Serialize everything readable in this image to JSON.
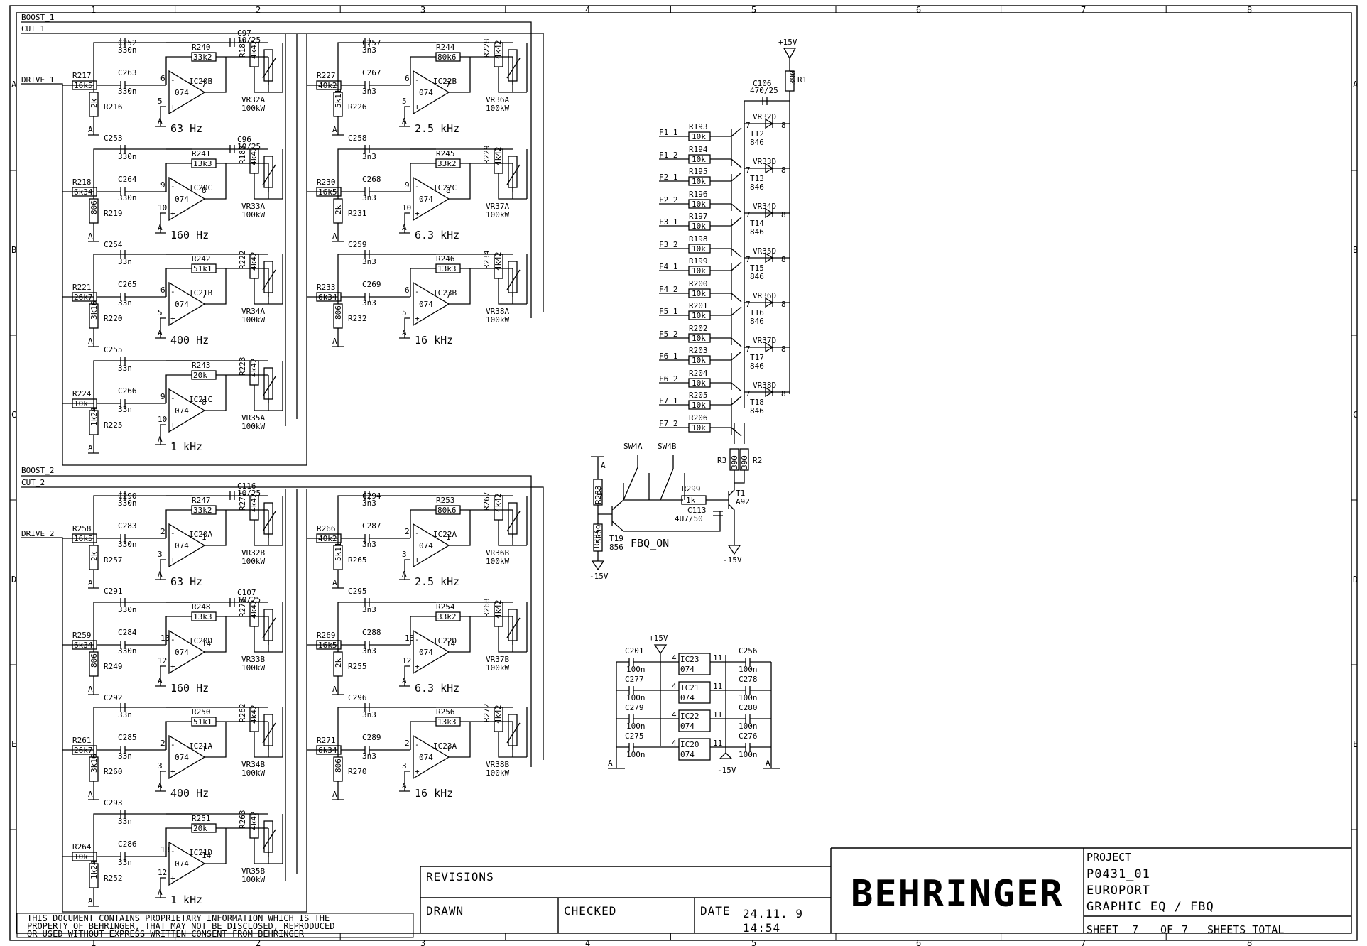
{
  "grid": {
    "columns": [
      "1",
      "2",
      "3",
      "4",
      "5",
      "6",
      "7",
      "8"
    ],
    "rows": [
      "A",
      "B",
      "C",
      "D",
      "E"
    ]
  },
  "rails": {
    "boost_1": "BOOST_1",
    "cut_1": "CUT_1",
    "drive_1": "DRIVE_1",
    "boost_2": "BOOST_2",
    "cut_2": "CUT_2",
    "drive_2": "DRIVE_2"
  },
  "bands": [
    {
      "id": "F1_1",
      "in_r": "R217",
      "in_rv": "16k5",
      "c_top": "C252",
      "c_top_v": "330n",
      "c_mid": "C263",
      "c_mid_v": "330n",
      "rf": "R240",
      "rf_v": "33k2",
      "gr": "R216",
      "gr_v": "2k",
      "ic": "IC20B",
      "p_minus": "6",
      "p_plus": "5",
      "p_out": "7",
      "opamp": "074",
      "freq": "63 Hz",
      "ref": "C253",
      "pr": "R184",
      "pr_v": "4k42",
      "vr": "VR32A",
      "vr_v": "100kW",
      "cap": "C97",
      "cap_v": "10/25"
    },
    {
      "id": "F2_1",
      "in_r": "R218",
      "in_rv": "6k34",
      "c_top": "",
      "c_top_v": "330n",
      "c_mid": "C264",
      "c_mid_v": "330n",
      "rf": "R241",
      "rf_v": "13k3",
      "gr": "R219",
      "gr_v": "806",
      "ic": "IC20C",
      "p_minus": "9",
      "p_plus": "10",
      "p_out": "8",
      "opamp": "074",
      "freq": "160 Hz",
      "ref": "C254",
      "pr": "R183",
      "pr_v": "4k42",
      "vr": "VR33A",
      "vr_v": "100kW",
      "cap": "C96",
      "cap_v": "10/25"
    },
    {
      "id": "F3_1",
      "in_r": "R221",
      "in_rv": "26k7",
      "c_top": "",
      "c_top_v": "33n",
      "c_mid": "C265",
      "c_mid_v": "33n",
      "rf": "R242",
      "rf_v": "51k1",
      "gr": "R220",
      "gr_v": "3k16",
      "ic": "IC21B",
      "p_minus": "6",
      "p_plus": "5",
      "p_out": "7",
      "opamp": "074",
      "freq": "400 Hz",
      "ref": "C255",
      "pr": "R222",
      "pr_v": "4k42",
      "vr": "VR34A",
      "vr_v": "100kW",
      "cap": "",
      "cap_v": ""
    },
    {
      "id": "F4_1",
      "in_r": "R224",
      "in_rv": "10k",
      "c_top": "",
      "c_top_v": "33n",
      "c_mid": "C266",
      "c_mid_v": "33n",
      "rf": "R243",
      "rf_v": "20k",
      "gr": "R225",
      "gr_v": "1k24",
      "ic": "IC21C",
      "p_minus": "9",
      "p_plus": "10",
      "p_out": "8",
      "opamp": "074",
      "freq": "1 kHz",
      "ref": "",
      "pr": "R223",
      "pr_v": "4k42",
      "vr": "VR35A",
      "vr_v": "100kW",
      "cap": "",
      "cap_v": ""
    },
    {
      "id": "F5_1",
      "in_r": "R227",
      "in_rv": "40k2",
      "c_top": "C257",
      "c_top_v": "3n3",
      "c_mid": "C267",
      "c_mid_v": "3n3",
      "rf": "R244",
      "rf_v": "80k6",
      "gr": "R226",
      "gr_v": "5k11",
      "ic": "IC22B",
      "p_minus": "6",
      "p_plus": "5",
      "p_out": "7",
      "opamp": "074",
      "freq": "2.5 kHz",
      "ref": "C258",
      "pr": "R228",
      "pr_v": "4k42",
      "vr": "VR36A",
      "vr_v": "100kW",
      "cap": "",
      "cap_v": ""
    },
    {
      "id": "F6_1",
      "in_r": "R230",
      "in_rv": "16k5",
      "c_top": "",
      "c_top_v": "3n3",
      "c_mid": "C268",
      "c_mid_v": "3n3",
      "rf": "R245",
      "rf_v": "33k2",
      "gr": "R231",
      "gr_v": "2k",
      "ic": "IC22C",
      "p_minus": "9",
      "p_plus": "10",
      "p_out": "8",
      "opamp": "074",
      "freq": "6.3 kHz",
      "ref": "C259",
      "pr": "R229",
      "pr_v": "4k42",
      "vr": "VR37A",
      "vr_v": "100kW",
      "cap": "",
      "cap_v": ""
    },
    {
      "id": "F7_1",
      "in_r": "R233",
      "in_rv": "6k34",
      "c_top": "",
      "c_top_v": "3n3",
      "c_mid": "C269",
      "c_mid_v": "3n3",
      "rf": "R246",
      "rf_v": "13k3",
      "gr": "R232",
      "gr_v": "806",
      "ic": "IC23B",
      "p_minus": "6",
      "p_plus": "5",
      "p_out": "7",
      "opamp": "074",
      "freq": "16 kHz",
      "ref": "",
      "pr": "R234",
      "pr_v": "4k42",
      "vr": "VR38A",
      "vr_v": "100kW",
      "cap": "",
      "cap_v": ""
    },
    {
      "id": "F1_2",
      "in_r": "R258",
      "in_rv": "16k5",
      "c_top": "C290",
      "c_top_v": "330n",
      "c_mid": "C283",
      "c_mid_v": "330n",
      "rf": "R247",
      "rf_v": "33k2",
      "gr": "R257",
      "gr_v": "2k",
      "ic": "IC20A",
      "p_minus": "2",
      "p_plus": "3",
      "p_out": "1",
      "opamp": "074",
      "freq": "63 Hz",
      "ref": "C291",
      "pr": "R277",
      "pr_v": "4k42",
      "vr": "VR32B",
      "vr_v": "100kW",
      "cap": "C116",
      "cap_v": "10/25"
    },
    {
      "id": "F2_2",
      "in_r": "R259",
      "in_rv": "6k34",
      "c_top": "",
      "c_top_v": "330n",
      "c_mid": "C284",
      "c_mid_v": "330n",
      "rf": "R248",
      "rf_v": "13k3",
      "gr": "R249",
      "gr_v": "806",
      "ic": "IC20D",
      "p_minus": "13",
      "p_plus": "12",
      "p_out": "14",
      "opamp": "074",
      "freq": "160 Hz",
      "ref": "C292",
      "pr": "R278",
      "pr_v": "4k42",
      "vr": "VR33B",
      "vr_v": "100kW",
      "cap": "C107",
      "cap_v": "10/25"
    },
    {
      "id": "F3_2",
      "in_r": "R261",
      "in_rv": "26k7",
      "c_top": "",
      "c_top_v": "33n",
      "c_mid": "C285",
      "c_mid_v": "33n",
      "rf": "R250",
      "rf_v": "51k1",
      "gr": "R260",
      "gr_v": "3k16",
      "ic": "IC21A",
      "p_minus": "2",
      "p_plus": "3",
      "p_out": "1",
      "opamp": "074",
      "freq": "400 Hz",
      "ref": "C293",
      "pr": "R262",
      "pr_v": "4k42",
      "vr": "VR34B",
      "vr_v": "100kW",
      "cap": "",
      "cap_v": ""
    },
    {
      "id": "F4_2",
      "in_r": "R264",
      "in_rv": "10k",
      "c_top": "",
      "c_top_v": "33n",
      "c_mid": "C286",
      "c_mid_v": "33n",
      "rf": "R251",
      "rf_v": "20k",
      "gr": "R252",
      "gr_v": "1k24",
      "ic": "IC21D",
      "p_minus": "13",
      "p_plus": "12",
      "p_out": "14",
      "opamp": "074",
      "freq": "1 kHz",
      "ref": "",
      "pr": "R263",
      "pr_v": "4k42",
      "vr": "VR35B",
      "vr_v": "100kW",
      "cap": "",
      "cap_v": ""
    },
    {
      "id": "F5_2",
      "in_r": "R266",
      "in_rv": "40k2",
      "c_top": "C294",
      "c_top_v": "3n3",
      "c_mid": "C287",
      "c_mid_v": "3n3",
      "rf": "R253",
      "rf_v": "80k6",
      "gr": "R265",
      "gr_v": "5k11",
      "ic": "IC22A",
      "p_minus": "2",
      "p_plus": "3",
      "p_out": "1",
      "opamp": "074",
      "freq": "2.5 kHz",
      "ref": "C295",
      "pr": "R267",
      "pr_v": "4k42",
      "vr": "VR36B",
      "vr_v": "100kW",
      "cap": "",
      "cap_v": ""
    },
    {
      "id": "F6_2",
      "in_r": "R269",
      "in_rv": "16k5",
      "c_top": "",
      "c_top_v": "3n3",
      "c_mid": "C288",
      "c_mid_v": "3n3",
      "rf": "R254",
      "rf_v": "33k2",
      "gr": "R255",
      "gr_v": "2k",
      "ic": "IC22D",
      "p_minus": "13",
      "p_plus": "12",
      "p_out": "14",
      "opamp": "074",
      "freq": "6.3 kHz",
      "ref": "C296",
      "pr": "R268",
      "pr_v": "4k42",
      "vr": "VR37B",
      "vr_v": "100kW",
      "cap": "",
      "cap_v": ""
    },
    {
      "id": "F7_2",
      "in_r": "R271",
      "in_rv": "6k34",
      "c_top": "",
      "c_top_v": "3n3",
      "c_mid": "C289",
      "c_mid_v": "3n3",
      "rf": "R256",
      "rf_v": "13k3",
      "gr": "R270",
      "gr_v": "806",
      "ic": "IC23A",
      "p_minus": "2",
      "p_plus": "3",
      "p_out": "1",
      "opamp": "074",
      "freq": "16 kHz",
      "ref": "",
      "pr": "R272",
      "pr_v": "4k42",
      "vr": "VR38B",
      "vr_v": "100kW",
      "cap": "",
      "cap_v": ""
    }
  ],
  "led_driver": {
    "supply_pos": "+15V",
    "r1": "R1",
    "r1_v": "390",
    "cap": "C106",
    "cap_v": "470/25",
    "rows": [
      {
        "in_a": "F1_1",
        "r_a": "R193",
        "in_b": "F1_2",
        "r_b": "R194",
        "rv": "10k",
        "t": "T12",
        "tv": "846",
        "vr": "VR32D"
      },
      {
        "in_a": "F2_1",
        "r_a": "R195",
        "in_b": "F2_2",
        "r_b": "R196",
        "rv": "10k",
        "t": "T13",
        "tv": "846",
        "vr": "VR33D"
      },
      {
        "in_a": "F3_1",
        "r_a": "R197",
        "in_b": "F3_2",
        "r_b": "R198",
        "rv": "10k",
        "t": "T14",
        "tv": "846",
        "vr": "VR34D"
      },
      {
        "in_a": "F4_1",
        "r_a": "R199",
        "in_b": "F4_2",
        "r_b": "R200",
        "rv": "10k",
        "t": "T15",
        "tv": "846",
        "vr": "VR35D"
      },
      {
        "in_a": "F5_1",
        "r_a": "R201",
        "in_b": "F5_2",
        "r_b": "R202",
        "rv": "10k",
        "t": "T16",
        "tv": "846",
        "vr": "VR36D"
      },
      {
        "in_a": "F6_1",
        "r_a": "R203",
        "in_b": "F6_2",
        "r_b": "R204",
        "rv": "10k",
        "t": "T17",
        "tv": "846",
        "vr": "VR37D"
      },
      {
        "in_a": "F7_1",
        "r_a": "R205",
        "in_b": "F7_2",
        "r_b": "R206",
        "rv": "10k",
        "t": "T18",
        "tv": "846",
        "vr": "VR38D"
      }
    ],
    "pin7": "7",
    "pin8": "8",
    "r3": "R3",
    "r3_v": "390",
    "r2": "R2",
    "r2_v": "390"
  },
  "fbq": {
    "sw_a": "SW4A",
    "sw_b": "SW4B",
    "r283": "R283",
    "r283_v": "1k",
    "r284": "R284",
    "r284_v": "5k09",
    "t19": "T19",
    "t19_v": "856",
    "label": "FBQ_ON",
    "r299": "R299",
    "r299_v": "1k",
    "c113": "C113",
    "c113_v": "4U7/50",
    "t1": "T1",
    "t1_v": "A92",
    "neg": "-15V",
    "gnd": "A"
  },
  "power": {
    "pos": "+15V",
    "neg": "-15V",
    "gnd": "A",
    "ics": [
      {
        "ic": "IC23",
        "left_cap": "C201",
        "right_cap": "C256"
      },
      {
        "ic": "IC21",
        "left_cap": "C277",
        "right_cap": "C278"
      },
      {
        "ic": "IC22",
        "left_cap": "C279",
        "right_cap": "C280"
      },
      {
        "ic": "IC20",
        "left_cap": "C275",
        "right_cap": "C276"
      }
    ],
    "cap_v": "100n",
    "opamp": "074",
    "pin_v": "4",
    "pin_g": "11"
  },
  "notice": {
    "line1": "THIS DOCUMENT CONTAINS PROPRIETARY  INFORMATION WHICH IS THE",
    "line2": "PROPERTY OF BEHRINGER, THAT MAY NOT  BE DISCLOSED, REPRODUCED",
    "line3": "OR USED WITHOUT EXPRESS WRITTEN CONSENT FROM BEHRINGER"
  },
  "title_block": {
    "revisions": "REVISIONS",
    "drawn": "DRAWN",
    "checked": "CHECKED",
    "date_label": "DATE",
    "date": "24.11. 9",
    "time": "14:54",
    "logo": "BEHRINGER",
    "project_label": "PROJECT",
    "project": "P0431_01",
    "product": "EUROPORT",
    "title": "GRAPHIC EQ  /  FBQ",
    "sheet_label": "SHEET",
    "sheet_no": "7",
    "of_label": "OF",
    "sheet_total": "7",
    "sheets_total_label": "SHEETS TOTAL"
  }
}
